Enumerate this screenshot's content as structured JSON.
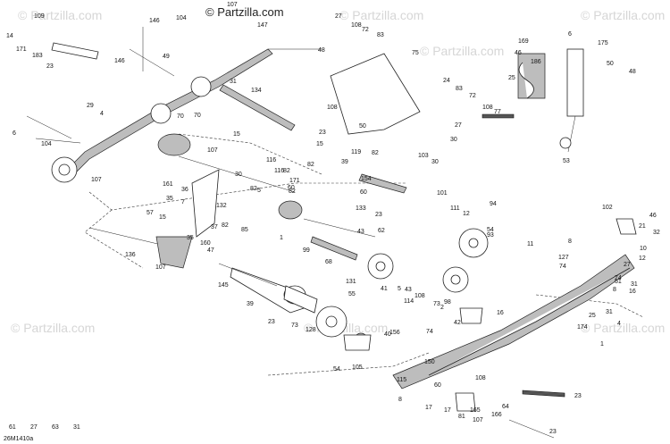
{
  "brand": "© Partzilla.com",
  "watermark": "© Partzilla.com",
  "diagram_code": "26M1410a",
  "labels": [
    "14",
    "109",
    "171",
    "183",
    "23",
    "146",
    "146",
    "104",
    "107",
    "147",
    "27",
    "108",
    "72",
    "83",
    "48",
    "75",
    "169",
    "6",
    "46",
    "175",
    "186",
    "50",
    "48",
    "25",
    "77",
    "53",
    "49",
    "31",
    "70",
    "134",
    "70",
    "29",
    "4",
    "108",
    "6",
    "104",
    "107",
    "107",
    "15",
    "15",
    "119",
    "50",
    "24",
    "83",
    "72",
    "108",
    "27",
    "30",
    "30",
    "103",
    "23",
    "30",
    "116",
    "82",
    "82",
    "154",
    "39",
    "171",
    "60",
    "60",
    "116",
    "82",
    "82",
    "82",
    "161",
    "35",
    "36",
    "37",
    "132",
    "5",
    "82",
    "85",
    "35",
    "133",
    "23",
    "62",
    "43",
    "1",
    "99",
    "68",
    "145",
    "101",
    "111",
    "12",
    "94",
    "93",
    "54",
    "46",
    "102",
    "21",
    "32",
    "12",
    "11",
    "8",
    "127",
    "74",
    "74",
    "31",
    "16",
    "57",
    "15",
    "7",
    "107",
    "136",
    "160",
    "47",
    "39",
    "23",
    "73",
    "128",
    "40",
    "54",
    "105",
    "131",
    "55",
    "41",
    "114",
    "43",
    "108",
    "5",
    "8",
    "73",
    "16",
    "42",
    "74",
    "156",
    "8",
    "115",
    "150",
    "17",
    "17",
    "81",
    "165",
    "166",
    "64",
    "23",
    "23",
    "27",
    "174",
    "4",
    "1",
    "51",
    "31",
    "25",
    "10",
    "2",
    "98",
    "60",
    "108",
    "107",
    "61",
    "27",
    "63",
    "31"
  ]
}
